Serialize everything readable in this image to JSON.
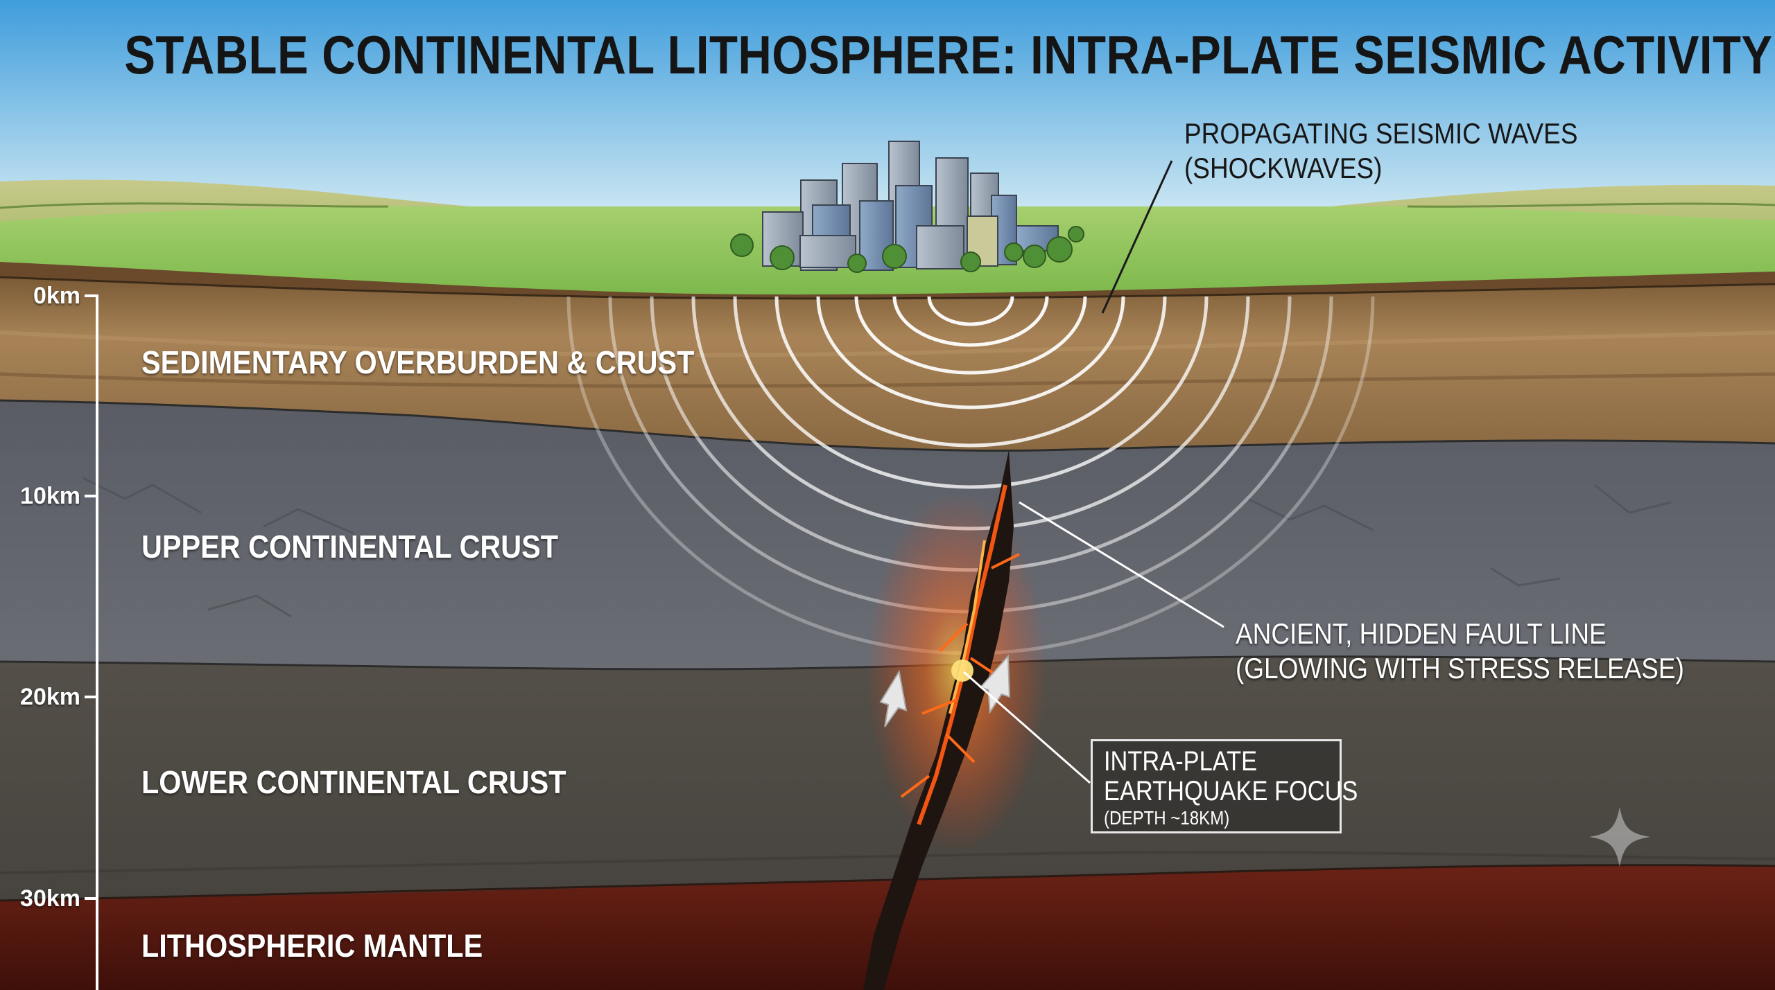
{
  "title": "STABLE CONTINENTAL LITHOSPHERE: INTRA-PLATE SEISMIC ACTIVITY",
  "layers": [
    {
      "label": "SEDIMENTARY OVERBURDEN & CRUST",
      "color": "#8a6a40"
    },
    {
      "label": "UPPER CONTINENTAL CRUST",
      "color": "#5e6168"
    },
    {
      "label": "LOWER CONTINENTAL CRUST",
      "color": "#4d4a45"
    },
    {
      "label": "LITHOSPHERIC MANTLE",
      "color": "#5a1a12"
    }
  ],
  "depth_scale": [
    "0km",
    "10km",
    "20km",
    "30km"
  ],
  "callouts": {
    "waves_line1": "PROPAGATING SEISMIC WAVES",
    "waves_line2": "(SHOCKWAVES)",
    "fault_line1": "ANCIENT, HIDDEN FAULT LINE",
    "fault_line2": "(GLOWING WITH STRESS RELEASE)",
    "focus_line1": "INTRA-PLATE",
    "focus_line2": "EARTHQUAKE FOCUS",
    "focus_line3": "(DEPTH ~18KM)"
  },
  "colors": {
    "sky_top": "#4aa3e0",
    "sky_bottom": "#cfe8f3",
    "grass": "#8cc65a",
    "fault_glow": "#ff5a1a"
  }
}
